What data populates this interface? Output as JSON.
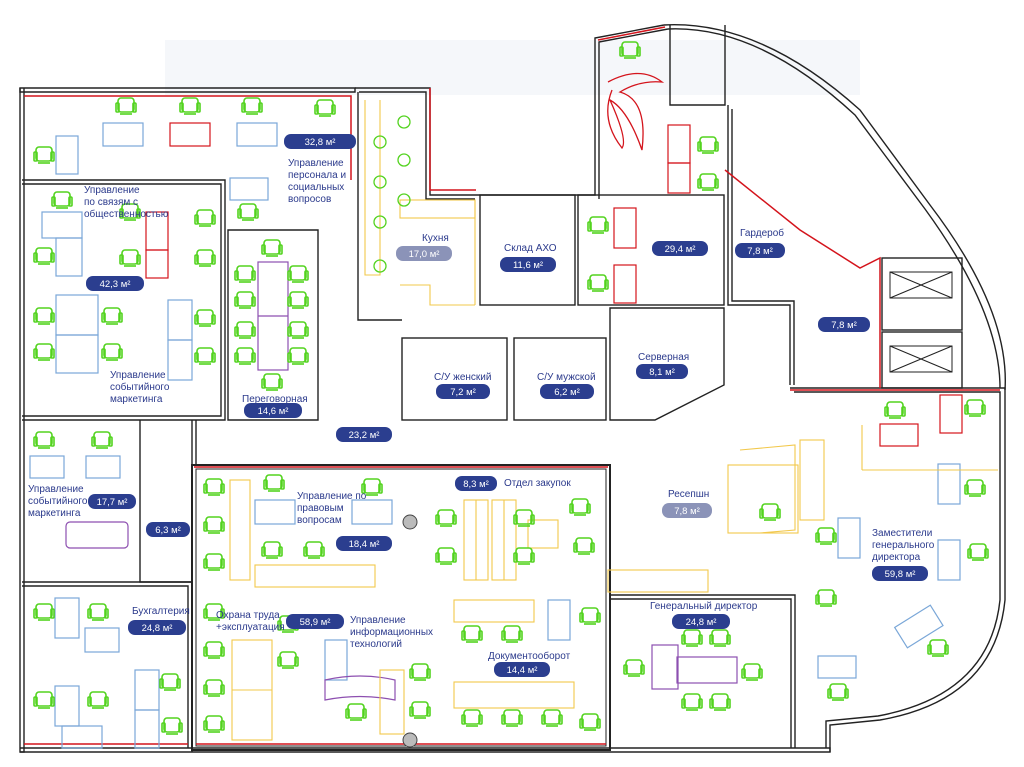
{
  "rooms": [
    {
      "id": "hr",
      "name_lines": [
        "Управление",
        "персонала и",
        "социальных",
        "вопросов"
      ],
      "area": "32,8 м²"
    },
    {
      "id": "pr",
      "name_lines": [
        "Управление",
        "по связям с",
        "общественностью"
      ],
      "area": ""
    },
    {
      "id": "event_mkt",
      "name_lines": [
        "Управление",
        "событийного",
        "маркетинга"
      ],
      "area": "42,3 м²"
    },
    {
      "id": "meeting",
      "name_lines": [
        "Переговорная"
      ],
      "area": "14,6 м²"
    },
    {
      "id": "kitchen",
      "name_lines": [
        "Кухня"
      ],
      "area": "17,0 м²"
    },
    {
      "id": "store_axo",
      "name_lines": [
        "Склад АХО"
      ],
      "area": "11,6 м²"
    },
    {
      "id": "office_294",
      "name_lines": [],
      "area": "29,4 м²"
    },
    {
      "id": "wardrobe",
      "name_lines": [
        "Гардероб"
      ],
      "area": "7,8 м²"
    },
    {
      "id": "lift_hall",
      "name_lines": [],
      "area": "7,8 м²"
    },
    {
      "id": "wc_f",
      "name_lines": [
        "С/У женский"
      ],
      "area": "7,2 м²"
    },
    {
      "id": "wc_m",
      "name_lines": [
        "С/У мужской"
      ],
      "area": "6,2 м²"
    },
    {
      "id": "server",
      "name_lines": [
        "Серверная"
      ],
      "area": "8,1 м²"
    },
    {
      "id": "corridor",
      "name_lines": [],
      "area": "23,2 м²"
    },
    {
      "id": "event_mkt2",
      "name_lines": [
        "Управление",
        "событийного",
        "маркетинга"
      ],
      "area": "17,7 м²"
    },
    {
      "id": "small_63",
      "name_lines": [],
      "area": "6,3 м²"
    },
    {
      "id": "legal",
      "name_lines": [
        "Управление по",
        "правовым",
        "вопросам"
      ],
      "area": "18,4 м²"
    },
    {
      "id": "purchase",
      "name_lines": [
        "Отдел закупок"
      ],
      "area": "8,3 м²"
    },
    {
      "id": "reception",
      "name_lines": [
        "Ресепшн"
      ],
      "area": "7,8 м²"
    },
    {
      "id": "deputies",
      "name_lines": [
        "Заместители",
        "генерального",
        "директора"
      ],
      "area": "59,8 м²"
    },
    {
      "id": "accounting",
      "name_lines": [
        "Бухгалтерия"
      ],
      "area": "24,8 м²"
    },
    {
      "id": "safety",
      "name_lines": [
        "Охрана труда",
        "+эксплуатация"
      ],
      "area": "58,9 м²"
    },
    {
      "id": "it",
      "name_lines": [
        "Управление",
        "информационных",
        "технологий"
      ],
      "area": ""
    },
    {
      "id": "docflow",
      "name_lines": [
        "Документооборот"
      ],
      "area": "14,4 м²"
    },
    {
      "id": "gen_dir",
      "name_lines": [
        "Генеральный директор"
      ],
      "area": "24,8 м²"
    }
  ],
  "colors": {
    "wall": "#222222",
    "red_outline": "#d4141c",
    "chair": "#53d31f",
    "desk_blue": "#7aa7d8",
    "desk_red": "#d4141c",
    "furniture_yellow": "#f2c84b",
    "purple": "#8d4fb0",
    "label": "#2b3a8c",
    "pill": "#2b3e8f",
    "pill_light": "#8b93b8"
  }
}
